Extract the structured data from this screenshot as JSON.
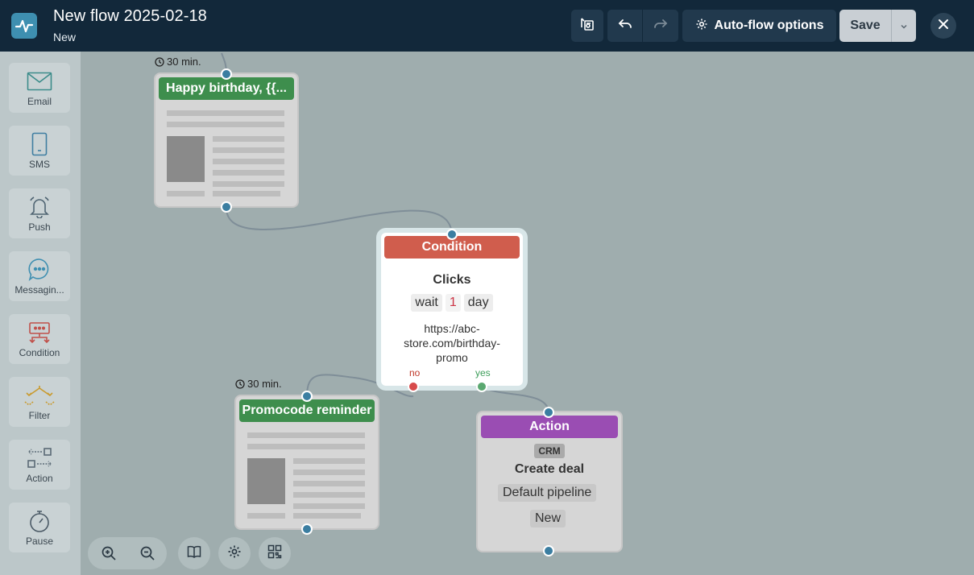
{
  "header": {
    "title": "New flow 2025-02-18",
    "status": "New",
    "auto_flow_label": "Auto-flow options",
    "save_label": "Save",
    "icons": [
      "logo-icon",
      "test-flow-icon",
      "undo-icon",
      "redo-icon",
      "gear-icon",
      "caret-down-icon",
      "close-icon"
    ]
  },
  "palette": {
    "items": [
      {
        "label": "Email",
        "icon": "envelope-icon"
      },
      {
        "label": "SMS",
        "icon": "phone-icon"
      },
      {
        "label": "Push",
        "icon": "bell-icon"
      },
      {
        "label": "Messagin...",
        "icon": "chat-icon"
      },
      {
        "label": "Condition",
        "icon": "condition-icon"
      },
      {
        "label": "Filter",
        "icon": "filter-icon"
      },
      {
        "label": "Action",
        "icon": "action-icon"
      },
      {
        "label": "Pause",
        "icon": "stopwatch-icon"
      }
    ]
  },
  "canvas": {
    "email1": {
      "delay": "30 min.",
      "title": "Happy birthday, {{..."
    },
    "condition": {
      "header": "Condition",
      "title": "Clicks",
      "wait": "wait",
      "number": "1",
      "unit": "day",
      "url": "https://abc-store.com/birthday-promo",
      "no_label": "no",
      "yes_label": "yes"
    },
    "email2": {
      "delay": "30 min.",
      "title": "Promocode reminder"
    },
    "action": {
      "header": "Action",
      "badge": "CRM",
      "title": "Create deal",
      "pipeline": "Default pipeline",
      "stage": "New"
    }
  },
  "toolbar": {
    "icons": [
      "zoom-in-icon",
      "zoom-out-icon",
      "book-icon",
      "settings-icon",
      "qr-code-icon"
    ]
  },
  "colors": {
    "topbar": "#12283a",
    "canvas": "#9fadae",
    "email_header": "#3e8e4d",
    "condition_header": "#d05d4d",
    "action_header": "#9a4db3",
    "port": "#3b7ea1"
  }
}
